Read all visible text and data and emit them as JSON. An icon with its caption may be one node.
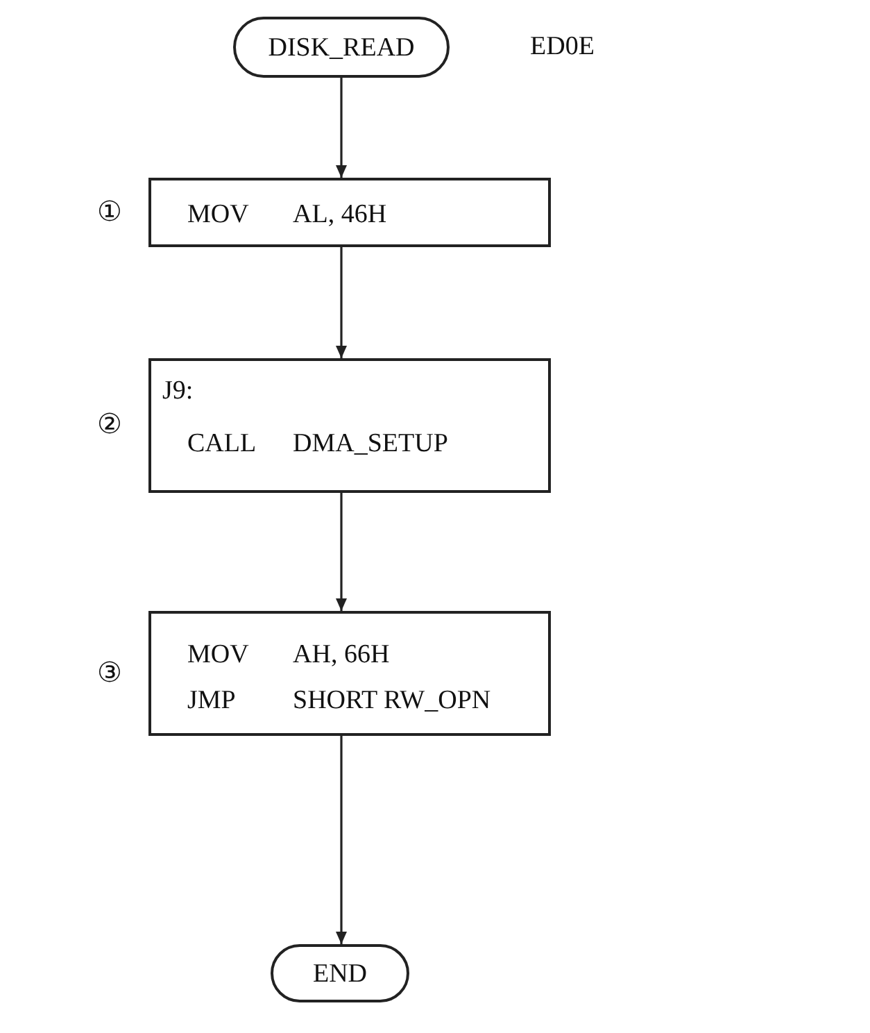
{
  "diagram": {
    "nodes": [
      {
        "text": [
          "DISK_READ"
        ],
        "beside": [
          "ED0E"
        ]
      },
      {
        "text": [
          "MOV",
          "AL, 46H"
        ]
      },
      {
        "text": [
          "J9:",
          "CALL",
          "DMA_SETUP"
        ]
      },
      {
        "text": [
          "MOV",
          "AH, 66H",
          "JMP",
          "SHORT RW_OPN"
        ]
      },
      {
        "text": [
          "END"
        ]
      }
    ],
    "edges": [
      {
        "from": 0,
        "to": 1,
        "arrow": "to"
      },
      {
        "from": 1,
        "to": 2,
        "arrow": "to"
      },
      {
        "from": 2,
        "to": 3,
        "arrow": "to"
      },
      {
        "from": 3,
        "to": 4,
        "arrow": "to"
      }
    ],
    "labels": [
      "①",
      "②",
      "③"
    ]
  }
}
